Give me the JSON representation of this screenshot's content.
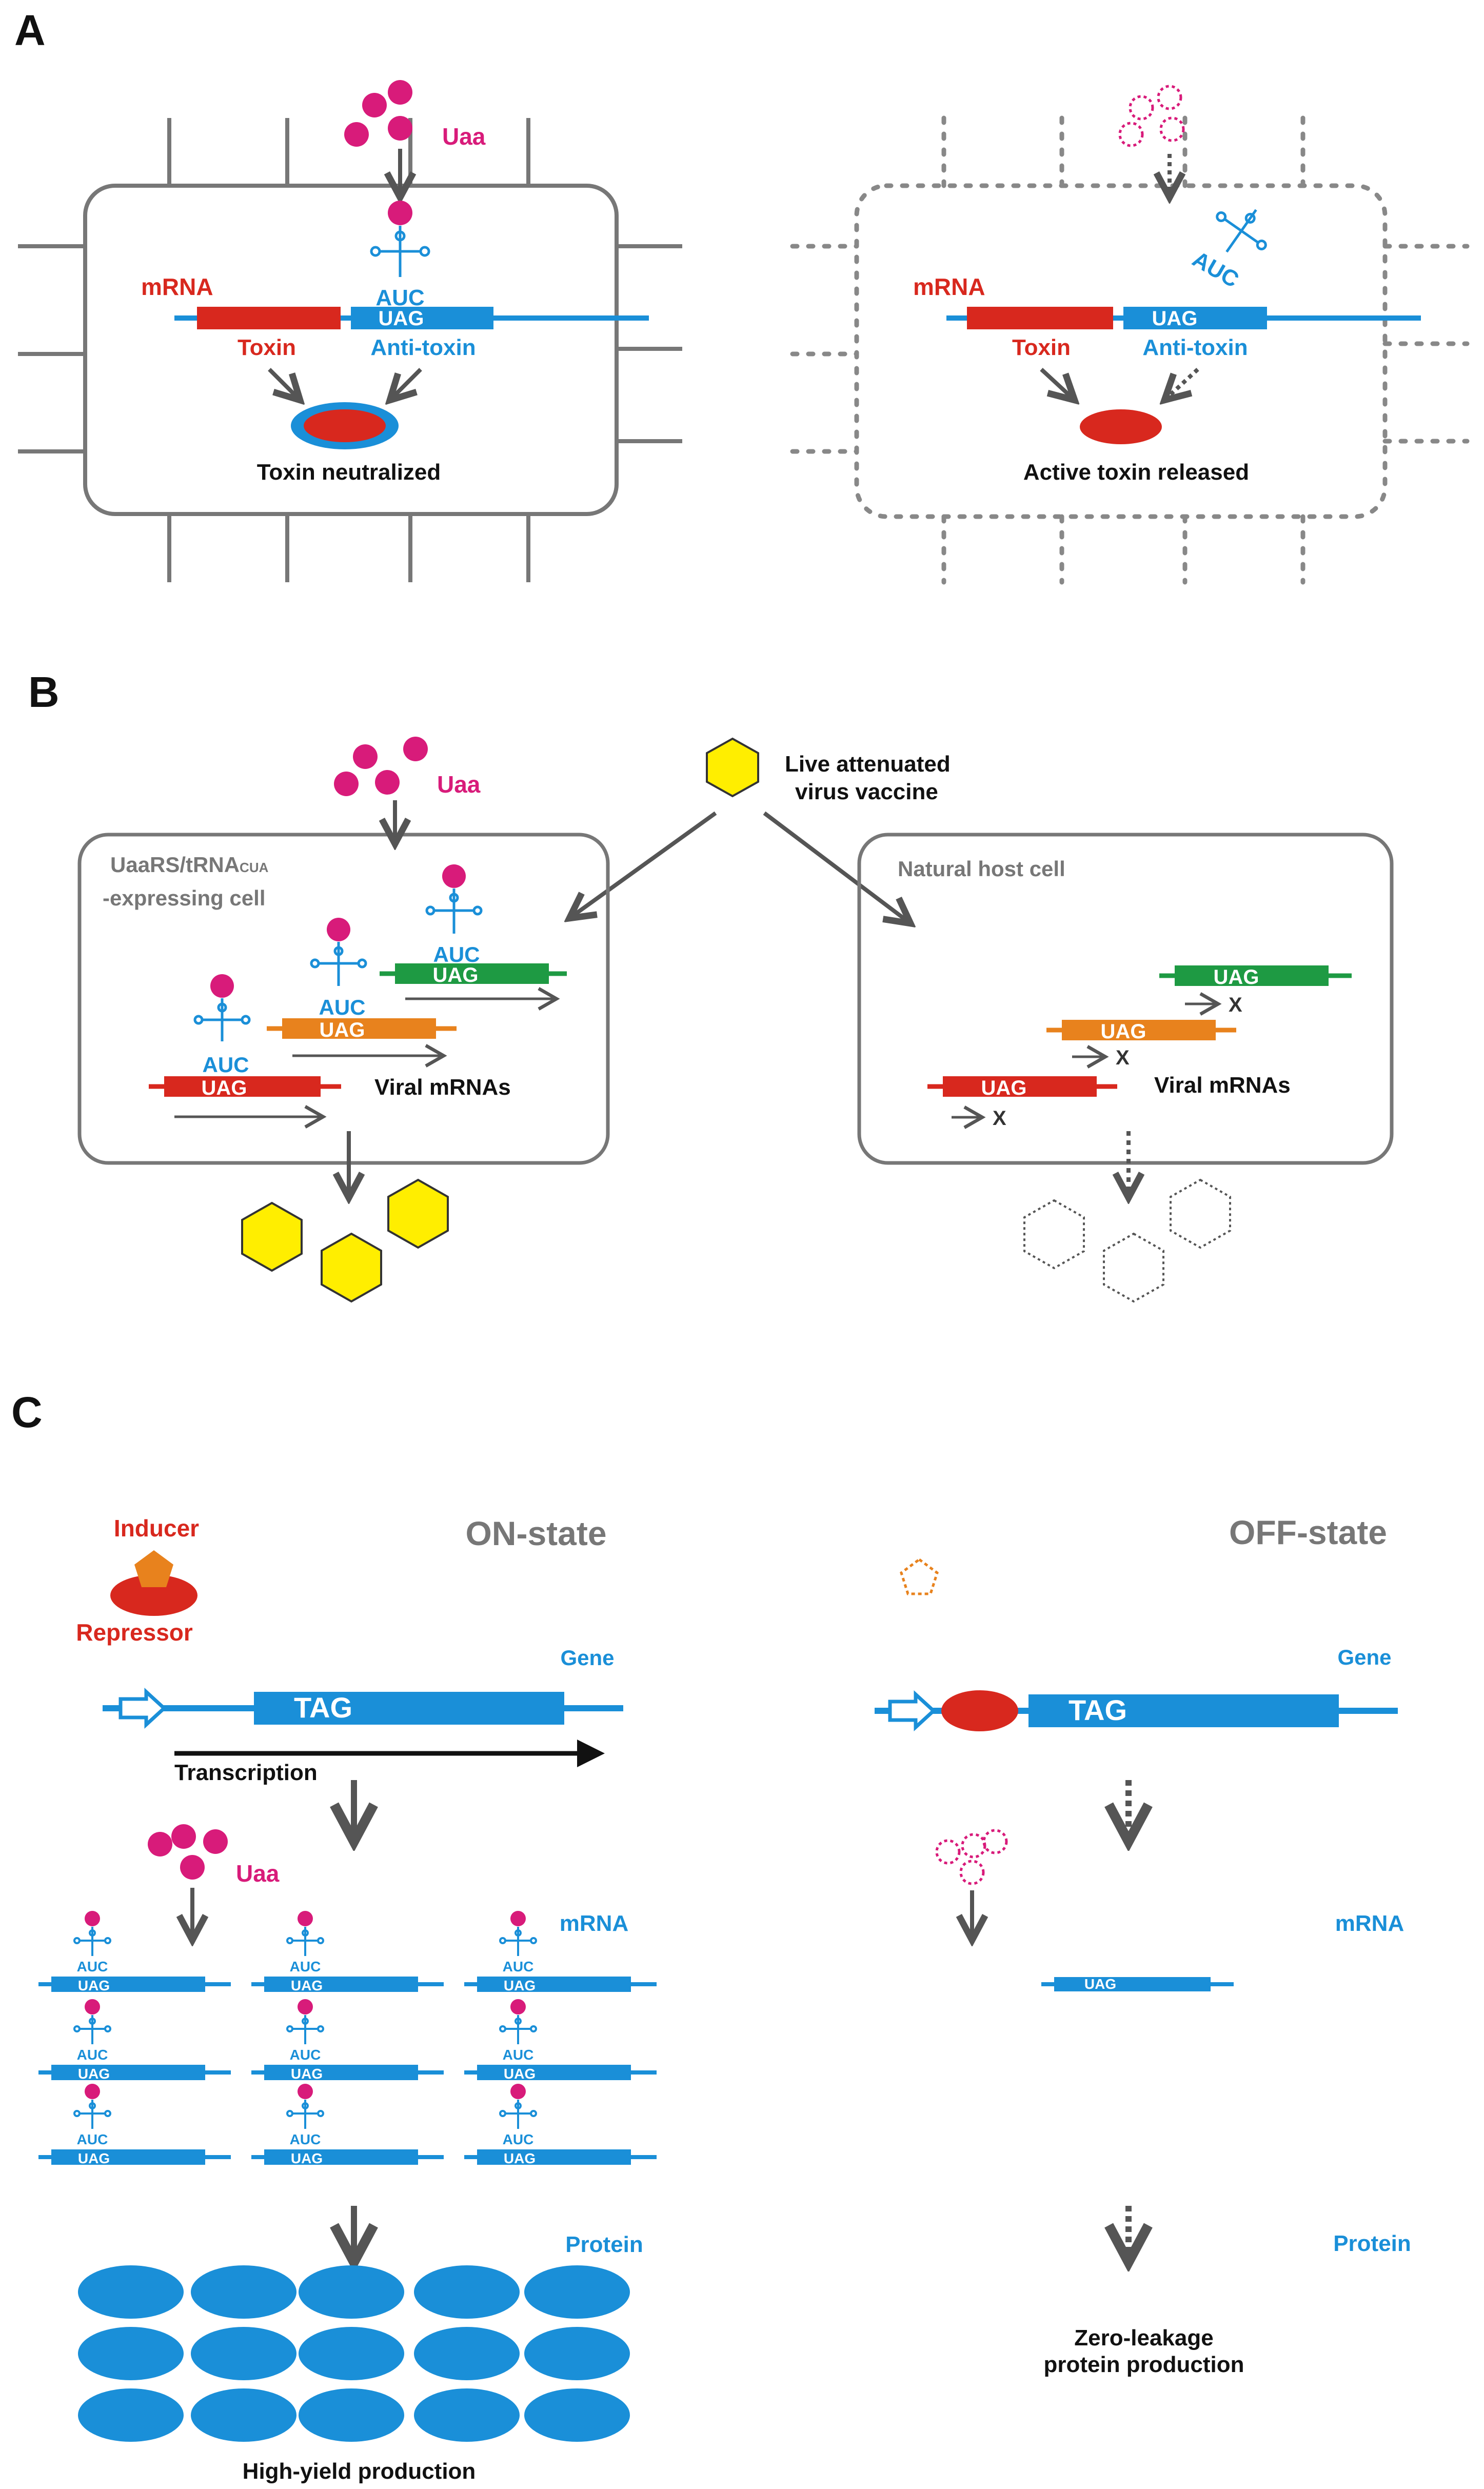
{
  "colors": {
    "magenta": "#d81b7a",
    "red": "#d8281e",
    "blue": "#1a8fd8",
    "green": "#1e9a43",
    "orange": "#e8821d",
    "yellow": "#ffee00",
    "gray": "#7a7a7a",
    "dark": "#111111"
  },
  "panelA": {
    "label": "A",
    "left": {
      "uaa": "Uaa",
      "mrna": "mRNA",
      "anticodon": "AUC",
      "codon": "UAG",
      "toxin": "Toxin",
      "antitoxin": "Anti-toxin",
      "result": "Toxin neutralized"
    },
    "right": {
      "anticodon": "AUC",
      "mrna": "mRNA",
      "codon": "UAG",
      "toxin": "Toxin",
      "antitoxin": "Anti-toxin",
      "result": "Active toxin released"
    }
  },
  "panelB": {
    "label": "B",
    "vaccine": [
      "Live attenuated",
      "virus vaccine"
    ],
    "left": {
      "uaa": "Uaa",
      "cell_line1_main": "UaaRS/tRNA",
      "cell_line1_sub": "CUA",
      "cell_line2": "-expressing cell",
      "anticodon": "AUC",
      "codon": "UAG",
      "mrnas": "Viral mRNAs"
    },
    "right": {
      "cell": "Natural host cell",
      "codon": "UAG",
      "stop": "X",
      "mrnas": "Viral mRNAs"
    }
  },
  "panelC": {
    "label": "C",
    "on": {
      "inducer": "Inducer",
      "repressor": "Repressor",
      "state": "ON-state",
      "gene": "Gene",
      "tag": "TAG",
      "transcription": "Transcription",
      "uaa": "Uaa",
      "mrna": "mRNA",
      "anticodon": "AUC",
      "codon": "UAG",
      "protein": "Protein",
      "result": "High-yield production"
    },
    "off": {
      "state": "OFF-state",
      "gene": "Gene",
      "tag": "TAG",
      "mrna": "mRNA",
      "codon": "UAG",
      "protein": "Protein",
      "result": [
        "Zero-leakage",
        "protein production"
      ]
    }
  }
}
